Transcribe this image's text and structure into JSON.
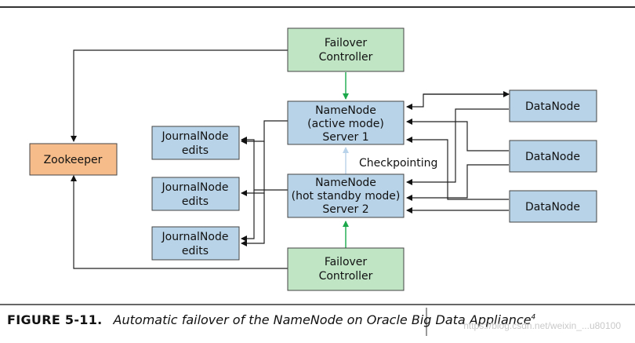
{
  "figure": {
    "failover_top": [
      "Failover",
      "Controller"
    ],
    "failover_bottom": [
      "Failover",
      "Controller"
    ],
    "namenode_active": [
      "NameNode",
      "(active mode)",
      "Server 1"
    ],
    "namenode_standby": [
      "NameNode",
      "(hot standby mode)",
      "Server 2"
    ],
    "zookeeper": "Zookeeper",
    "journalnodes": [
      [
        "JournalNode",
        "edits"
      ],
      [
        "JournalNode",
        "edits"
      ],
      [
        "JournalNode",
        "edits"
      ]
    ],
    "datanodes": [
      "DataNode",
      "DataNode",
      "DataNode"
    ],
    "checkpointing_label": "Checkpointing"
  },
  "caption": {
    "figure_number": "FIGURE 5-11.",
    "text": "Automatic failover of the NameNode on Oracle Big Data Appliance",
    "superscript": "4"
  },
  "watermark": "https://blog.csdn.net/weixin_...u80100",
  "colors": {
    "green_box": "#bfe5c5",
    "blue_box": "#b8d3e7",
    "orange_box": "#f6bd8a",
    "green_arrow": "#1aa84a",
    "light_arrow": "#b9d3ea",
    "line": "#222222"
  }
}
